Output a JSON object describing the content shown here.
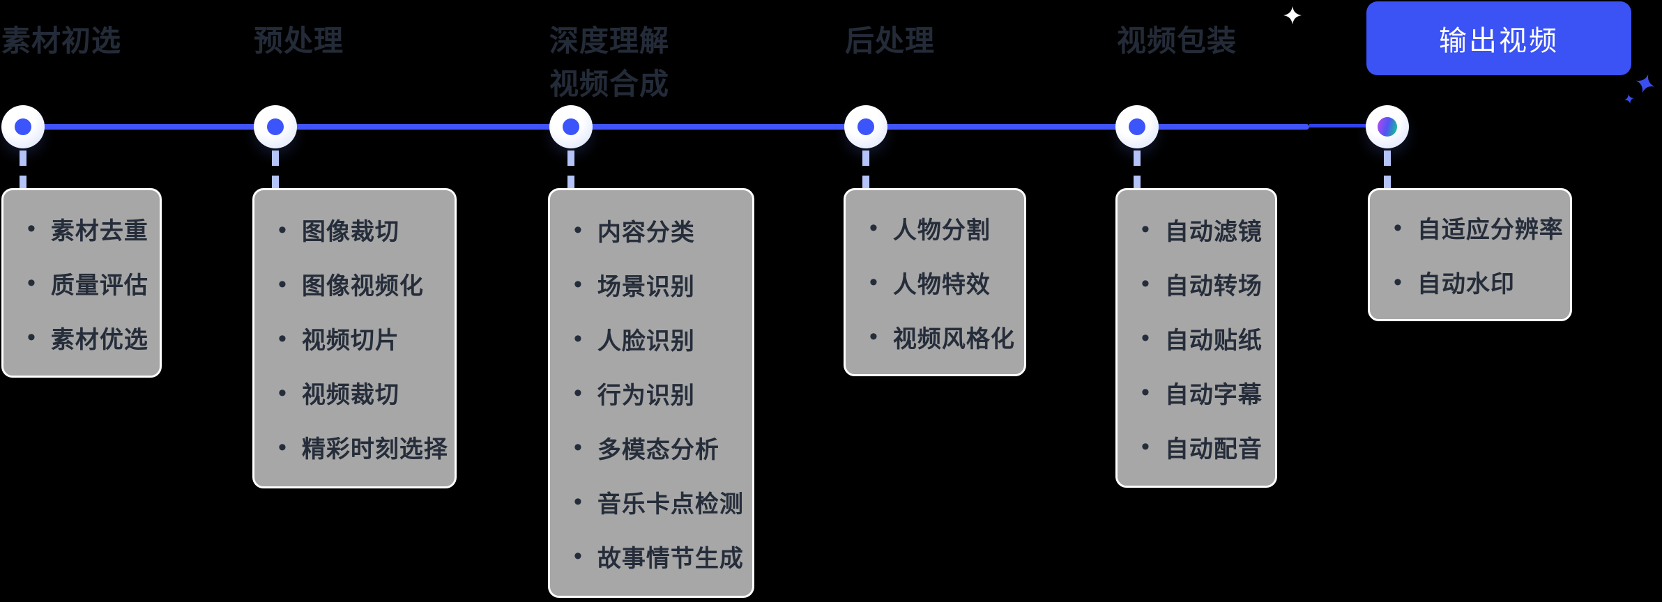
{
  "colors": {
    "background": "#000000",
    "timeline": "#4154fa",
    "timeline_end": "#3143ee",
    "node_fill": "#ffffff",
    "node_dot": "#3c55fa",
    "node_dot_gradient": [
      "#b04af2",
      "#4f55f2",
      "#11c792"
    ],
    "connector_dash": "#b4c4f8",
    "card_background": "#a7a7a7",
    "card_border": "#ffffff",
    "text_dark": "#262d3a",
    "button_background": "#3b52f5",
    "button_text": "#ffffff",
    "sparkle_white": "#ffffff",
    "sparkle_blue": "#3b4ef0"
  },
  "stages": [
    {
      "title": "素材初选",
      "items": [
        "素材去重",
        "质量评估",
        "素材优选"
      ]
    },
    {
      "title": "预处理",
      "items": [
        "图像裁切",
        "图像视频化",
        "视频切片",
        "视频裁切",
        "精彩时刻选择"
      ]
    },
    {
      "title": "深度理解\n视频合成",
      "items": [
        "内容分类",
        "场景识别",
        "人脸识别",
        "行为识别",
        "多模态分析",
        "音乐卡点检测",
        "故事情节生成"
      ]
    },
    {
      "title": "后处理",
      "items": [
        "人物分割",
        "人物特效",
        "视频风格化"
      ]
    },
    {
      "title": "视频包装",
      "items": [
        "自动滤镜",
        "自动转场",
        "自动贴纸",
        "自动字幕",
        "自动配音"
      ]
    },
    {
      "title": "输出视频",
      "items": [
        "自适应分辨率",
        "自动水印"
      ]
    }
  ]
}
